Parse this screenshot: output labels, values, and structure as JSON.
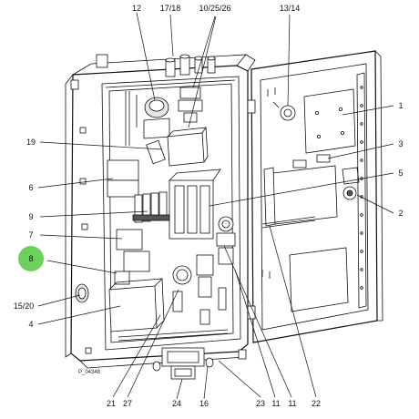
{
  "diagram": {
    "reference_code": "P_04348",
    "highlight_color": "#6dd05a",
    "callouts": [
      {
        "id": "c12",
        "label": "12"
      },
      {
        "id": "c1718",
        "label": "17/18"
      },
      {
        "id": "c102526",
        "label": "10/25/26"
      },
      {
        "id": "c1314",
        "label": "13/14"
      },
      {
        "id": "c1",
        "label": "1"
      },
      {
        "id": "c19",
        "label": "19"
      },
      {
        "id": "c3",
        "label": "3"
      },
      {
        "id": "c6",
        "label": "6"
      },
      {
        "id": "c5",
        "label": "5"
      },
      {
        "id": "c9",
        "label": "9"
      },
      {
        "id": "c2",
        "label": "2"
      },
      {
        "id": "c7",
        "label": "7"
      },
      {
        "id": "c8",
        "label": "8",
        "highlighted": true
      },
      {
        "id": "c1520",
        "label": "15/20"
      },
      {
        "id": "c4",
        "label": "4"
      },
      {
        "id": "c21",
        "label": "21"
      },
      {
        "id": "c27",
        "label": "27"
      },
      {
        "id": "c24",
        "label": "24"
      },
      {
        "id": "c16",
        "label": "16"
      },
      {
        "id": "c23",
        "label": "23"
      },
      {
        "id": "c11a",
        "label": "11"
      },
      {
        "id": "c11b",
        "label": "11"
      },
      {
        "id": "c22",
        "label": "22"
      }
    ]
  }
}
